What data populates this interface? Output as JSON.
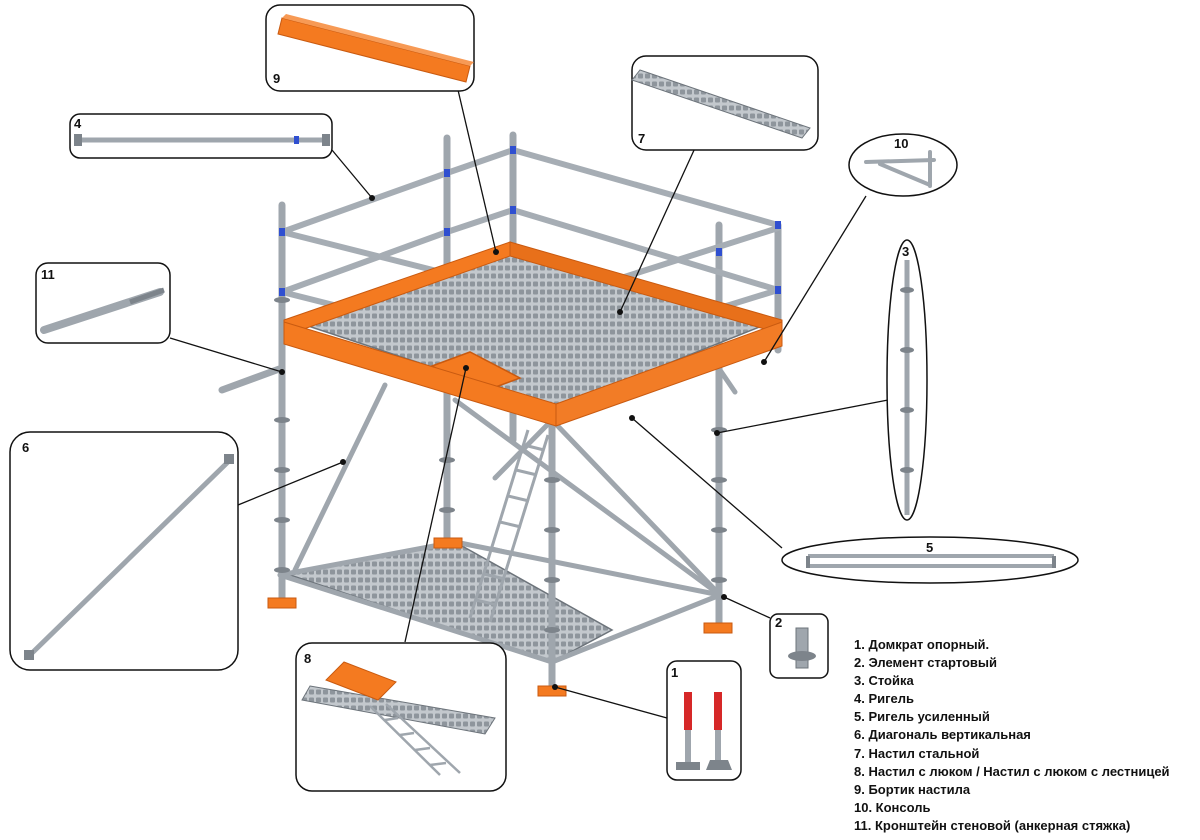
{
  "callouts": {
    "c1": "1",
    "c2": "2",
    "c3": "3",
    "c4": "4",
    "c5": "5",
    "c6": "6",
    "c7": "7",
    "c8": "8",
    "c9": "9",
    "c10": "10",
    "c11": "11"
  },
  "legend": [
    "1. Домкрат опорный.",
    "2. Элемент стартовый",
    "3. Стойка",
    "4. Ригель",
    "5. Ригель усиленный",
    "6. Диагональ вертикальная",
    "7. Настил стальной",
    "8. Настил с люком / Настил с люком с лестницей",
    "9. Бортик настила",
    "10. Консоль",
    "11. Кронштейн стеновой (анкерная стяжка)"
  ],
  "colors": {
    "steel": "#9fa6ad",
    "steel_dark": "#6d747b",
    "orange": "#f47a20",
    "orange_dark": "#c95a10",
    "blue_tag": "#2f4fd0",
    "outline": "#111111"
  }
}
